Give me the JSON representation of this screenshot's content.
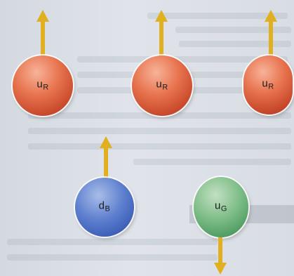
{
  "particles": [
    {
      "id": "up-red-1",
      "base": "u",
      "sub": "R",
      "color": "red",
      "spin": "up"
    },
    {
      "id": "up-red-2",
      "base": "u",
      "sub": "R",
      "color": "red",
      "spin": "up"
    },
    {
      "id": "up-red-3",
      "base": "u",
      "sub": "R",
      "color": "red",
      "spin": "up"
    },
    {
      "id": "down-blue",
      "base": "d",
      "sub": "B",
      "color": "blue",
      "spin": "up"
    },
    {
      "id": "up-green",
      "base": "u",
      "sub": "G",
      "color": "green",
      "spin": "down"
    }
  ],
  "colors": {
    "arrow": "#e0b020",
    "red": "#d9603d",
    "blue": "#4a6cc4",
    "green": "#5fa871"
  }
}
